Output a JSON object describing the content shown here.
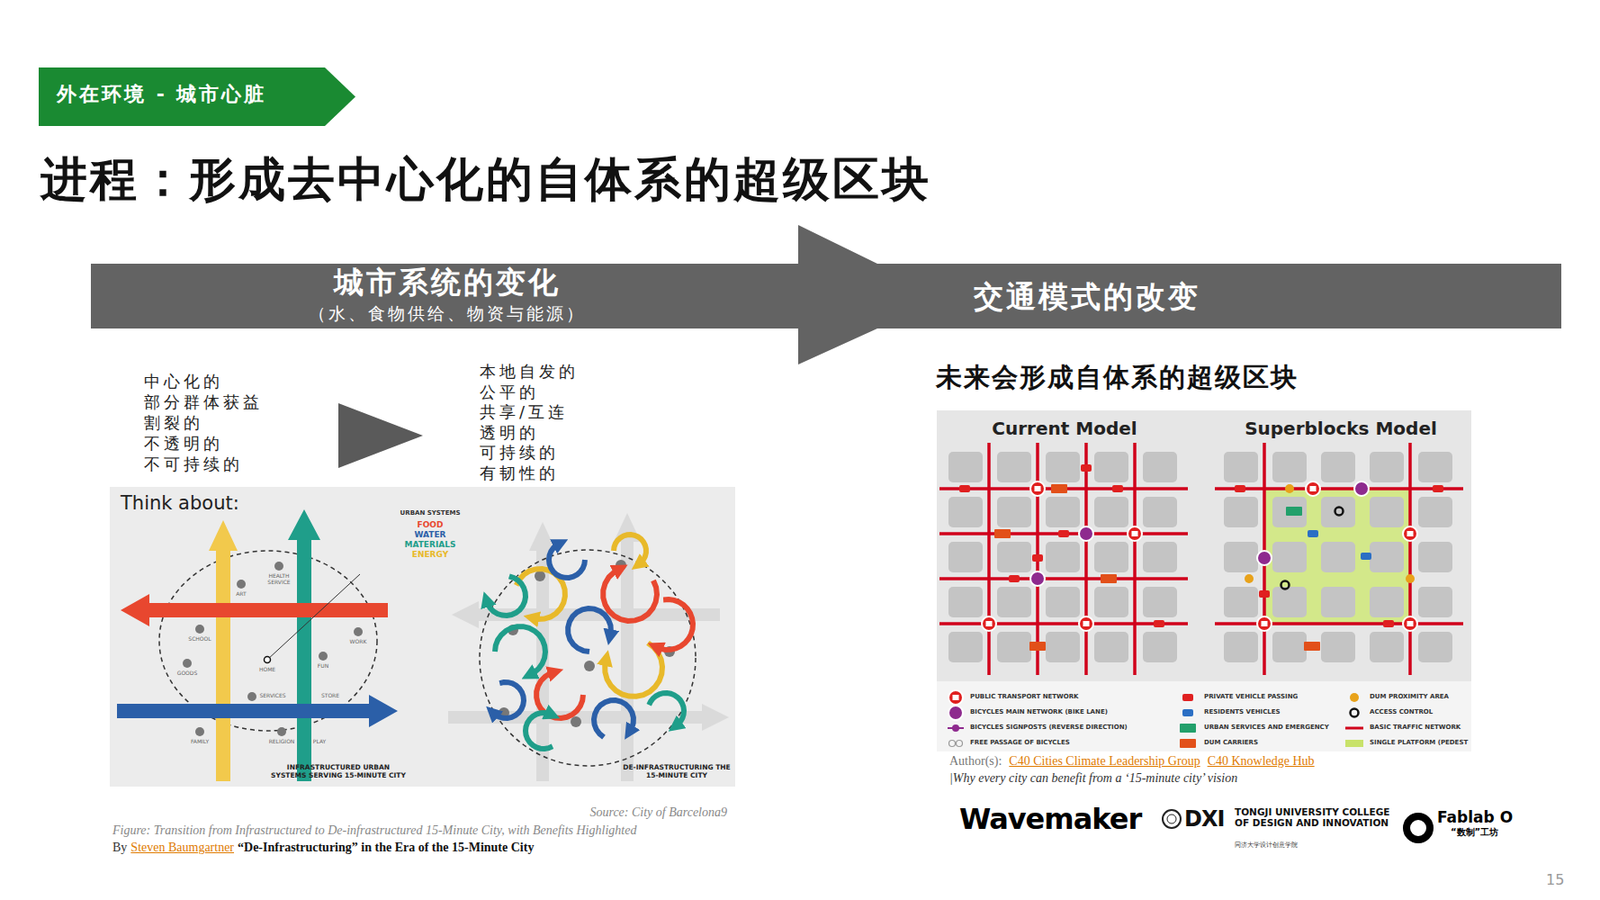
{
  "diagram": {
    "title": "进程：形成去中心化的自体系的超级区块",
    "nodes": [
      {
        "text": [
          "外在环境 - 城市心脏"
        ]
      },
      {
        "text": [
          "城市系统的变化",
          "（水、食物供给、物资与能源）",
          "交通模式的改变"
        ]
      },
      {
        "text": [
          "Think about:"
        ]
      },
      {
        "text": [
          "Current Model",
          "Superblocks Model"
        ]
      }
    ],
    "edges": [],
    "labels": [
      "中心化的",
      "部分群体获益",
      "割裂的",
      "不透明的",
      "不可持续的",
      "本地自发的",
      "公平的",
      "共享/互连",
      "透明的",
      "可持续的",
      "有韧性的",
      "HEALTH SERVICE",
      "ART",
      "SCHOOL",
      "WORK",
      "GOODS",
      "HOME",
      "FUN",
      "STORE",
      "SERVICES",
      "FAMILY",
      "RELIGION",
      "PLAY",
      "URBAN SYSTEMS",
      "INFRASTRUCTURED URBAN SYSTEMS SERVING 15-MINUTE CITY",
      "DE-INFRASTRUCTURING THE 15-MINUTE CITY",
      "Source: City of Barcelona9",
      "Figure: Transition from Infrastructured to De-infrastructured 15-Minute City, with Benefits Highlighted",
      "By",
      "Steven Baumgartner",
      "“De-Infrastructuring” in the Era of the 15-Minute City",
      "未来会形成自体系的超级区块",
      "Author(s):",
      "C40 Cities Climate Leadership Group",
      "C40 Knowledge Hub",
      "|Why every city can benefit from a ‘15-minute city’ vision",
      "Wavemaker",
      "DXI",
      "TONGJI UNIVERSITY COLLEGE OF DESIGN AND INNOVATION",
      "同济大学设计创意学院",
      "Fablab O",
      "“数制”工坊",
      "15"
    ],
    "legend": [
      {
        "text": "FOOD",
        "color": "#e8472f"
      },
      {
        "text": "WATER",
        "color": "#2b5fa8"
      },
      {
        "text": "MATERIALS",
        "color": "#1f9e8a"
      },
      {
        "text": "ENERGY",
        "color": "#e8b92a"
      },
      {
        "text": "PUBLIC TRANSPORT NETWORK"
      },
      {
        "text": "BICYCLES MAIN NETWORK (BIKE LANE)"
      },
      {
        "text": "BICYCLES SIGNPOSTS (REVERSE DIRECTION)"
      },
      {
        "text": "FREE PASSAGE OF BICYCLES"
      },
      {
        "text": "PRIVATE VEHICLE PASSING"
      },
      {
        "text": "RESIDENTS VEHICLES"
      },
      {
        "text": "URBAN SERVICES AND EMERGENCY"
      },
      {
        "text": "DUM CARRIERS"
      },
      {
        "text": "DUM PROXIMITY AREA"
      },
      {
        "text": "ACCESS CONTROL"
      },
      {
        "text": "BASIC TRAFFIC NETWORK"
      },
      {
        "text": "SINGLE PLATFORM (PEDEST",
        "color": "#c8e26a"
      }
    ]
  }
}
